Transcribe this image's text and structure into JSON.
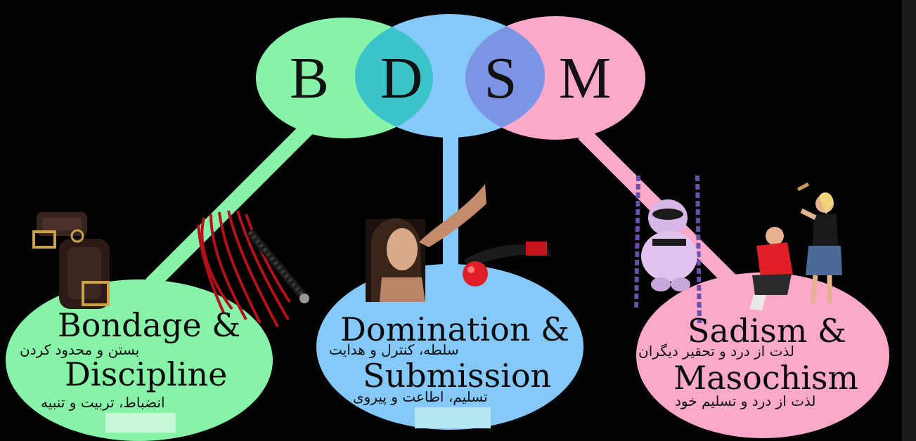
{
  "colors": {
    "background": "#020202",
    "b_green": "#86f3a8",
    "d_blue": "#85c9fb",
    "m_pink": "#fba8cb",
    "bd_overlap": "#3cc3c9",
    "sm_overlap": "#7d94e4",
    "strip": "#1a1a1a"
  },
  "letters": {
    "b": "B",
    "d": "D",
    "s": "S",
    "m": "M"
  },
  "nodes": {
    "bondage": {
      "line1": "Bondage &",
      "line2": "Discipline",
      "fa1": "بستن و محدود کردن",
      "fa2": "انضباط، تربیت و تنبیه",
      "images": [
        "leather-cuffs-icon",
        "red-flogger-icon"
      ]
    },
    "domination": {
      "line1": "Domination &",
      "line2": "Submission",
      "fa1": "سلطه، کنترل و هدایت",
      "fa2": "تسلیم، اطاعت و پیروی",
      "images": [
        "woman-hand-chin-photo",
        "ball-gag-icon"
      ]
    },
    "sadism": {
      "line1": "Sadism &",
      "line2": "Masochism",
      "fa1": "لذت از درد و تحقیر دیگران",
      "fa2": "لذت از درد و تسلیم خود",
      "images": [
        "hanging-bear-chains-icon",
        "couple-rolling-pin-photo"
      ]
    }
  }
}
